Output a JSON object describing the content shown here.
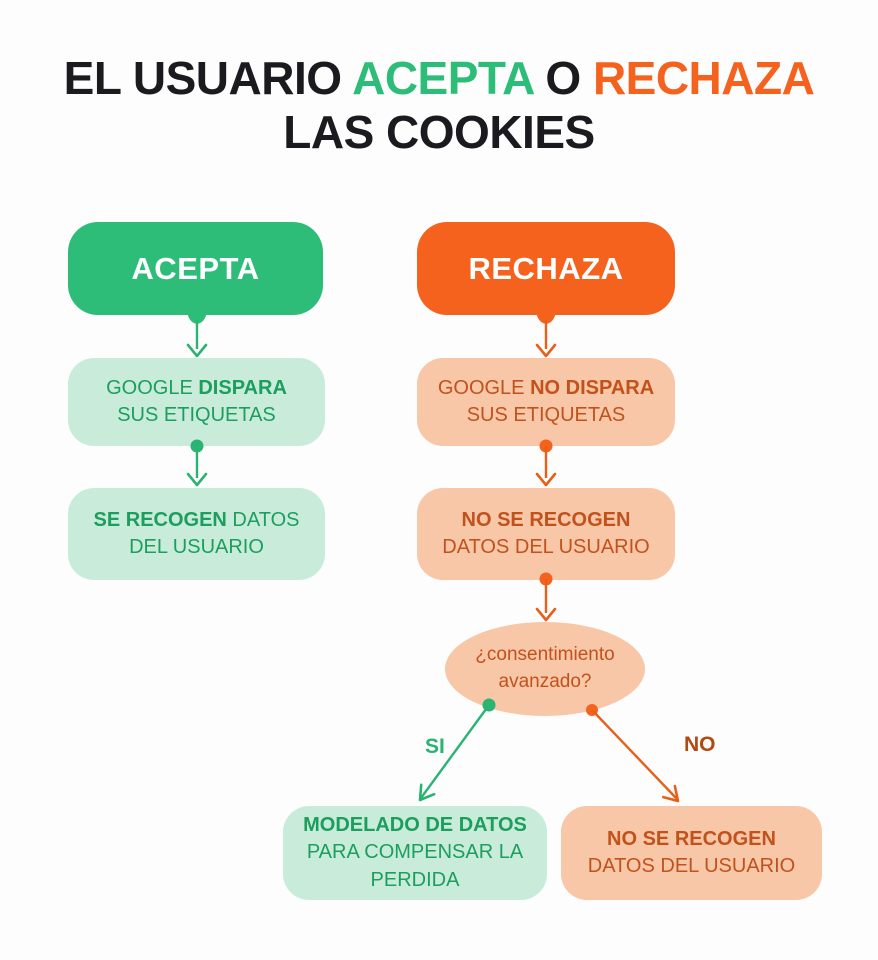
{
  "title": {
    "part1": "EL USUARIO ",
    "accept_word": "ACEPTA",
    "part2": " O ",
    "reject_word": "RECHAZA",
    "line2": "LAS COOKIES"
  },
  "colors": {
    "green_solid": "#2dbd78",
    "green_light": "#c9ecda",
    "green_text": "#1b9e5e",
    "orange_solid": "#f4621e",
    "orange_light": "#f8c7a8",
    "orange_text": "#c2521c",
    "no_label": "#b04a12",
    "title_ink": "#1a1a1f"
  },
  "accept_branch": {
    "header": "ACEPTA",
    "step1": {
      "l1_regular": "GOOGLE ",
      "l1_bold": "DISPARA",
      "l2": "SUS ETIQUETAS"
    },
    "step2": {
      "l1_bold": "SE RECOGEN",
      "l1_regular": " DATOS",
      "l2": "DEL USUARIO"
    }
  },
  "reject_branch": {
    "header": "RECHAZA",
    "step1": {
      "l1_regular": "GOOGLE ",
      "l1_bold": "NO DISPARA",
      "l2": "SUS ETIQUETAS"
    },
    "step2": {
      "l1_bold": "NO SE RECOGEN",
      "l2": "DATOS DEL USUARIO"
    },
    "decision": {
      "l1": "¿consentimiento",
      "l2": "avanzado?"
    },
    "yes_label": "SI",
    "no_label": "NO",
    "yes_result": {
      "l1_bold": "MODELADO DE DATOS",
      "l2": "PARA COMPENSAR LA",
      "l3": "PERDIDA"
    },
    "no_result": {
      "l1_bold": "NO SE RECOGEN",
      "l2": "DATOS DEL USUARIO"
    }
  }
}
